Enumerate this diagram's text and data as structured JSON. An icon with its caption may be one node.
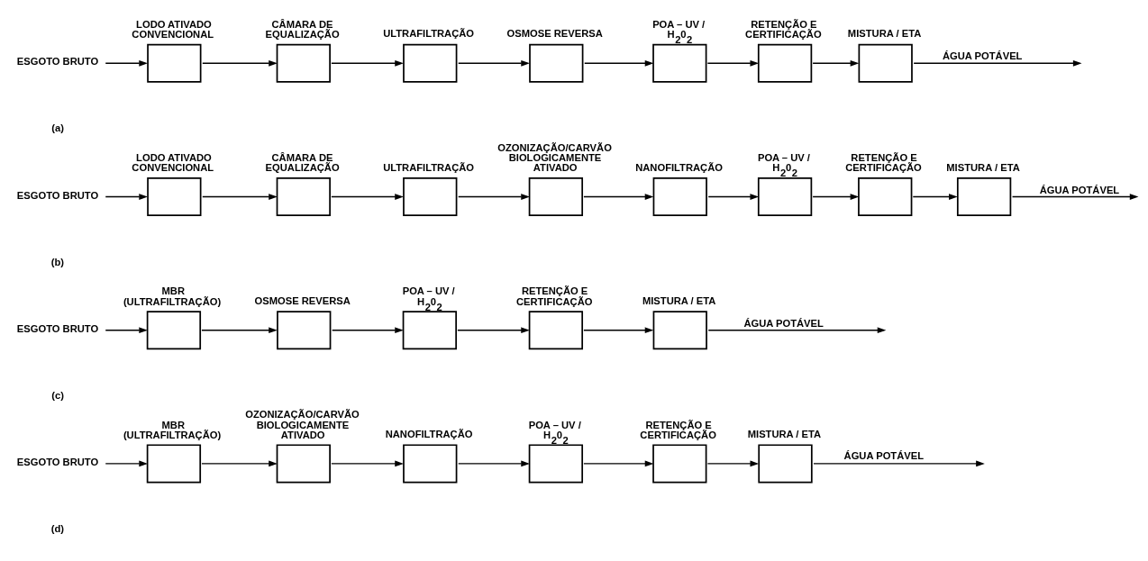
{
  "diagram": {
    "nodes": [
      {
        "text": [
          "ESGOTO BRUTO"
        ]
      },
      {
        "text": [
          "LODO ATIVADO CONVENCIONAL"
        ]
      },
      {
        "text": [
          "CÂMARA DE EQUALIZAÇÃO"
        ]
      },
      {
        "text": [
          "ULTRAFILTRAÇÃO"
        ]
      },
      {
        "text": [
          "OSMOSE REVERSA"
        ]
      },
      {
        "text": [
          "POA – UV / H$_{2}$0$_{2}$"
        ]
      },
      {
        "text": [
          "RETENÇÃO E CERTIFICAÇÃO"
        ]
      },
      {
        "text": [
          "MISTURA / ETA"
        ]
      },
      {
        "text": [
          "ESGOTO BRUTO"
        ]
      },
      {
        "text": [
          "LODO ATIVADO CONVENCIONAL"
        ]
      },
      {
        "text": [
          "CÂMARA DE EQUALIZAÇÃO"
        ]
      },
      {
        "text": [
          "ULTRAFILTRAÇÃO"
        ]
      },
      {
        "text": [
          "OZONIZAÇÃO/CARVÃO BIOLOGICAMENTE ATIVADO"
        ]
      },
      {
        "text": [
          "NANOFILTRAÇÃO"
        ]
      },
      {
        "text": [
          "POA – UV / H$_{2}$0$_{2}$"
        ]
      },
      {
        "text": [
          "RETENÇÃO E CERTIFICAÇÃO"
        ]
      },
      {
        "text": [
          "MISTURA / ETA"
        ]
      },
      {
        "text": [
          "ESGOTO BRUTO"
        ]
      },
      {
        "text": [
          "MBR (ULTRAFILTRAÇÃO)"
        ]
      },
      {
        "text": [
          "OSMOSE REVERSA"
        ]
      },
      {
        "text": [
          "POA – UV / H$_{2}$0$_{2}$"
        ]
      },
      {
        "text": [
          "RETENÇÃO E CERTIFICAÇÃO"
        ]
      },
      {
        "text": [
          "MISTURA / ETA"
        ]
      },
      {
        "text": [
          "ESGOTO BRUTO"
        ]
      },
      {
        "text": [
          "MBR (ULTRAFILTRAÇÃO)"
        ]
      },
      {
        "text": [
          "OZONIZAÇÃO/CARVÃO BIOLOGICAMENTE ATIVADO"
        ]
      },
      {
        "text": [
          "NANOFILTRAÇÃO"
        ]
      },
      {
        "text": [
          "POA – UV / H$_{2}$0$_{2}$"
        ]
      },
      {
        "text": [
          "RETENÇÃO E CERTIFICAÇÃO"
        ]
      },
      {
        "text": [
          "MISTURA / ETA"
        ]
      }
    ],
    "edges": [
      {
        "from": 0,
        "to": 1,
        "arrow": "to"
      },
      {
        "from": 1,
        "to": 2,
        "arrow": "to"
      },
      {
        "from": 2,
        "to": 3,
        "arrow": "to"
      },
      {
        "from": 3,
        "to": 4,
        "arrow": "to"
      },
      {
        "from": 4,
        "to": 5,
        "arrow": "to"
      },
      {
        "from": 5,
        "to": 6,
        "arrow": "to"
      },
      {
        "from": 6,
        "to": 7,
        "arrow": "to"
      },
      {
        "from": 7,
        "to": null,
        "arrow": "to",
        "label": "ÁGUA POTÁVEL"
      },
      {
        "from": 8,
        "to": 9,
        "arrow": "to"
      },
      {
        "from": 9,
        "to": 10,
        "arrow": "to"
      },
      {
        "from": 10,
        "to": 11,
        "arrow": "to"
      },
      {
        "from": 11,
        "to": 12,
        "arrow": "to"
      },
      {
        "from": 12,
        "to": 13,
        "arrow": "to"
      },
      {
        "from": 13,
        "to": 14,
        "arrow": "to"
      },
      {
        "from": 14,
        "to": 15,
        "arrow": "to"
      },
      {
        "from": 15,
        "to": 16,
        "arrow": "to"
      },
      {
        "from": 16,
        "to": null,
        "arrow": "to",
        "label": "ÁGUA POTÁVEL"
      },
      {
        "from": 17,
        "to": 18,
        "arrow": "to"
      },
      {
        "from": 18,
        "to": 19,
        "arrow": "to"
      },
      {
        "from": 19,
        "to": 20,
        "arrow": "to"
      },
      {
        "from": 20,
        "to": 21,
        "arrow": "to"
      },
      {
        "from": 21,
        "to": 22,
        "arrow": "to"
      },
      {
        "from": 22,
        "to": null,
        "arrow": "to",
        "label": "ÁGUA POTÁVEL"
      },
      {
        "from": 23,
        "to": 24,
        "arrow": "to"
      },
      {
        "from": 24,
        "to": 25,
        "arrow": "to"
      },
      {
        "from": 25,
        "to": 26,
        "arrow": "to"
      },
      {
        "from": 26,
        "to": 27,
        "arrow": "to"
      },
      {
        "from": 27,
        "to": 28,
        "arrow": "to"
      },
      {
        "from": 28,
        "to": 29,
        "arrow": "to"
      },
      {
        "from": 29,
        "to": null,
        "arrow": "to",
        "label": "ÁGUA POTÁVEL"
      }
    ],
    "labels": [
      "(a)",
      "(b)",
      "(c)",
      "(d)"
    ]
  }
}
